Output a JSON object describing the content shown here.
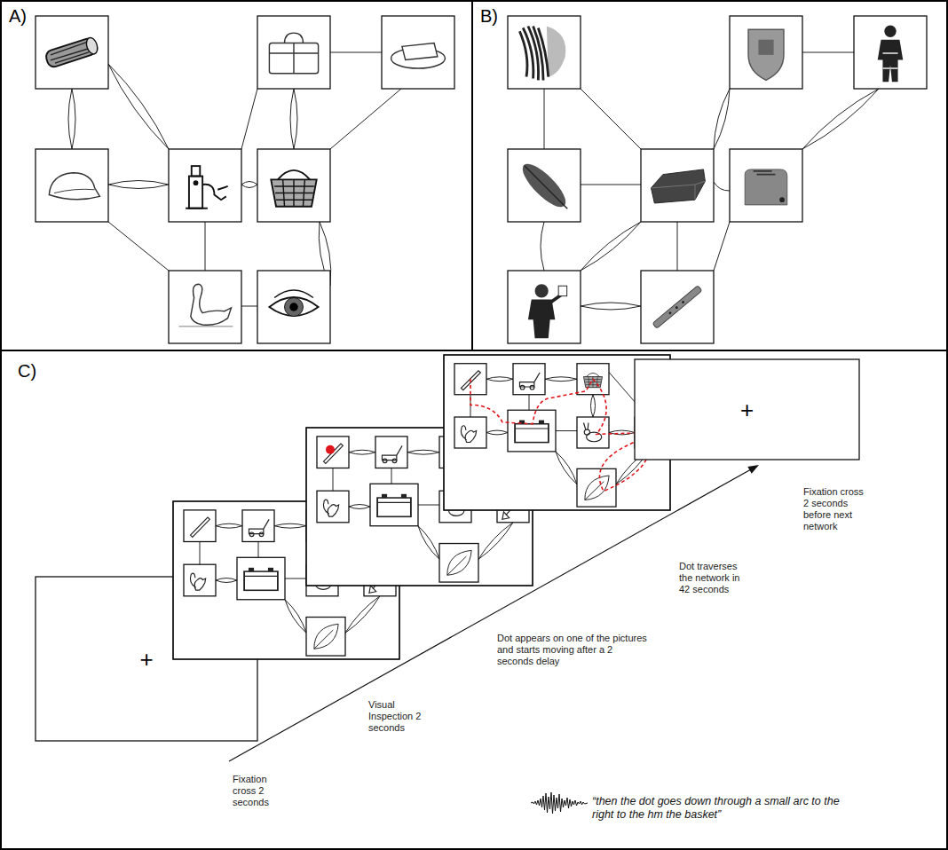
{
  "diagram": {
    "nodes": [
      {
        "text": [
          "A)"
        ]
      },
      {
        "text": [
          "B)"
        ]
      },
      {
        "text": [
          "C)"
        ]
      },
      {
        "text": [
          "+"
        ],
        "in": 2
      },
      {
        "text": [
          "+"
        ],
        "in": 2
      }
    ],
    "labels": [
      "Fixation cross 2 seconds",
      "Visual Inspection 2 seconds",
      "Dot appears on one of the pictures and starts moving after a 2 seconds delay",
      "Dot traverses the network in 42 seconds",
      "Fixation cross 2 seconds before next network",
      "“then the dot goes down through a small arc to the right to the hm the basket”"
    ]
  }
}
